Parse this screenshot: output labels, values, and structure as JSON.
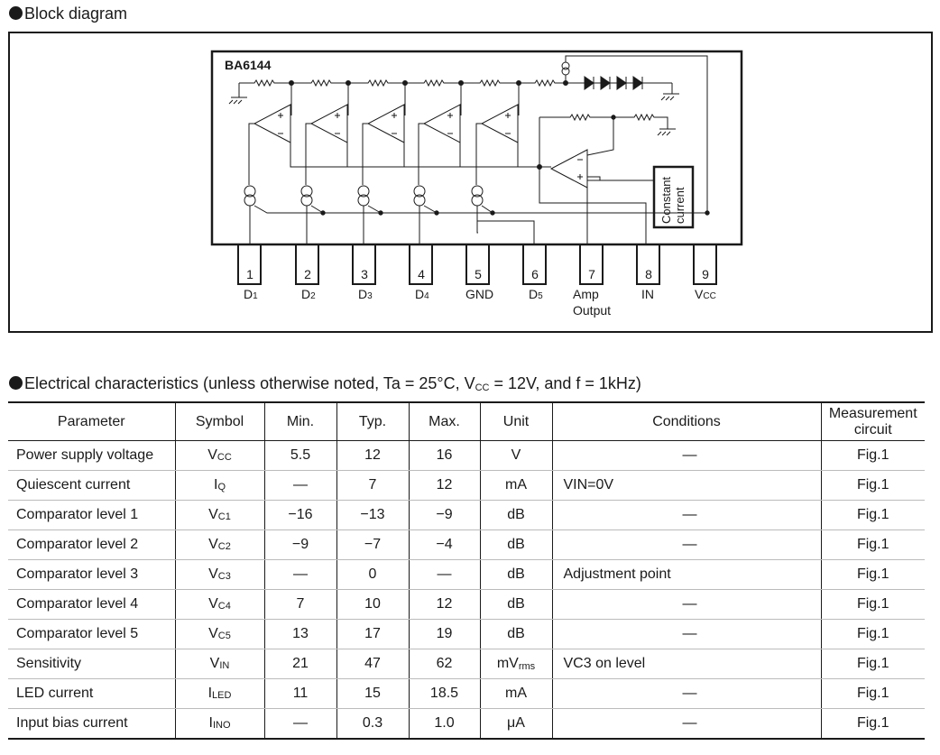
{
  "block_heading": "Block diagram",
  "elec_heading": {
    "prefix": "Electrical characteristics (unless otherwise noted, Ta = 25°C, V",
    "sub": "CC",
    "suffix": " = 12V, and f = 1kHz)"
  },
  "diagram": {
    "chip_label": "BA6144",
    "constant_current": [
      "Constant",
      "current"
    ],
    "pins": [
      {
        "num": "1",
        "label": "D",
        "sub": "1"
      },
      {
        "num": "2",
        "label": "D",
        "sub": "2"
      },
      {
        "num": "3",
        "label": "D",
        "sub": "3"
      },
      {
        "num": "4",
        "label": "D",
        "sub": "4"
      },
      {
        "num": "5",
        "label": "GND",
        "sub": ""
      },
      {
        "num": "6",
        "label": "D",
        "sub": "5"
      },
      {
        "num": "7",
        "label": "Amp",
        "label2": "Output",
        "sub": ""
      },
      {
        "num": "8",
        "label": "IN",
        "sub": ""
      },
      {
        "num": "9",
        "label": "V",
        "sub": "CC"
      }
    ]
  },
  "table": {
    "headers": [
      "Parameter",
      "Symbol",
      "Min.",
      "Typ.",
      "Max.",
      "Unit",
      "Conditions",
      "Measurement",
      "circuit"
    ],
    "rows": [
      {
        "param": "Power supply voltage",
        "sym": "V",
        "sym_sub": "CC",
        "min": "5.5",
        "typ": "12",
        "max": "16",
        "unit": "V",
        "unit_sub": "",
        "cond": "—",
        "fig": "Fig.1"
      },
      {
        "param": "Quiescent current",
        "sym": "I",
        "sym_sub": "Q",
        "min": "—",
        "typ": "7",
        "max": "12",
        "unit": "mA",
        "unit_sub": "",
        "cond": "VIN=0V",
        "fig": "Fig.1"
      },
      {
        "param": "Comparator level 1",
        "sym": "V",
        "sym_sub": "C1",
        "min": "−16",
        "typ": "−13",
        "max": "−9",
        "unit": "dB",
        "unit_sub": "",
        "cond": "—",
        "fig": "Fig.1"
      },
      {
        "param": "Comparator level 2",
        "sym": "V",
        "sym_sub": "C2",
        "min": "−9",
        "typ": "−7",
        "max": "−4",
        "unit": "dB",
        "unit_sub": "",
        "cond": "—",
        "fig": "Fig.1"
      },
      {
        "param": "Comparator level 3",
        "sym": "V",
        "sym_sub": "C3",
        "min": "—",
        "typ": "0",
        "max": "—",
        "unit": "dB",
        "unit_sub": "",
        "cond": "Adjustment point",
        "fig": "Fig.1"
      },
      {
        "param": "Comparator level 4",
        "sym": "V",
        "sym_sub": "C4",
        "min": "7",
        "typ": "10",
        "max": "12",
        "unit": "dB",
        "unit_sub": "",
        "cond": "—",
        "fig": "Fig.1"
      },
      {
        "param": "Comparator level 5",
        "sym": "V",
        "sym_sub": "C5",
        "min": "13",
        "typ": "17",
        "max": "19",
        "unit": "dB",
        "unit_sub": "",
        "cond": "—",
        "fig": "Fig.1"
      },
      {
        "param": "Sensitivity",
        "sym": "V",
        "sym_sub": "IN",
        "min": "21",
        "typ": "47",
        "max": "62",
        "unit": "mV",
        "unit_sub": "rms",
        "cond": "VC3 on level",
        "fig": "Fig.1"
      },
      {
        "param": "LED current",
        "sym": "I",
        "sym_sub": "LED",
        "min": "11",
        "typ": "15",
        "max": "18.5",
        "unit": "mA",
        "unit_sub": "",
        "cond": "—",
        "fig": "Fig.1"
      },
      {
        "param": "Input bias current",
        "sym": "I",
        "sym_sub": "INO",
        "min": "—",
        "typ": "0.3",
        "max": "1.0",
        "unit": "μA",
        "unit_sub": "",
        "cond": "—",
        "fig": "Fig.1"
      }
    ]
  }
}
